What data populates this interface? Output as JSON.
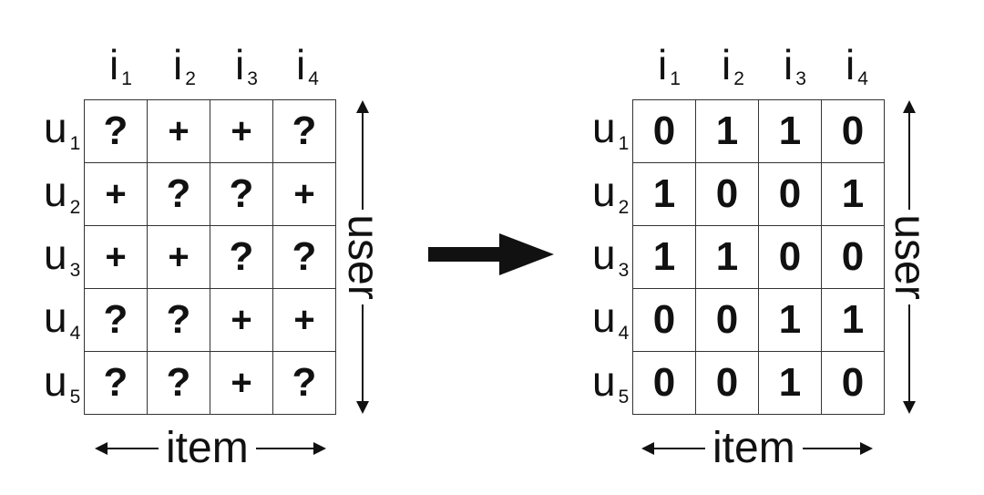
{
  "left_matrix": {
    "columns": [
      {
        "letter": "i",
        "sub": "1"
      },
      {
        "letter": "i",
        "sub": "2"
      },
      {
        "letter": "i",
        "sub": "3"
      },
      {
        "letter": "i",
        "sub": "4"
      }
    ],
    "rows": [
      {
        "letter": "u",
        "sub": "1",
        "cells": [
          "?",
          "+",
          "+",
          "?"
        ]
      },
      {
        "letter": "u",
        "sub": "2",
        "cells": [
          "+",
          "?",
          "?",
          "+"
        ]
      },
      {
        "letter": "u",
        "sub": "3",
        "cells": [
          "+",
          "+",
          "?",
          "?"
        ]
      },
      {
        "letter": "u",
        "sub": "4",
        "cells": [
          "?",
          "?",
          "+",
          "+"
        ]
      },
      {
        "letter": "u",
        "sub": "5",
        "cells": [
          "?",
          "?",
          "+",
          "?"
        ]
      }
    ],
    "vertical_axis_label": "user",
    "horizontal_axis_label": "item"
  },
  "right_matrix": {
    "columns": [
      {
        "letter": "i",
        "sub": "1"
      },
      {
        "letter": "i",
        "sub": "2"
      },
      {
        "letter": "i",
        "sub": "3"
      },
      {
        "letter": "i",
        "sub": "4"
      }
    ],
    "rows": [
      {
        "letter": "u",
        "sub": "1",
        "cells": [
          "0",
          "1",
          "1",
          "0"
        ]
      },
      {
        "letter": "u",
        "sub": "2",
        "cells": [
          "1",
          "0",
          "0",
          "1"
        ]
      },
      {
        "letter": "u",
        "sub": "3",
        "cells": [
          "1",
          "1",
          "0",
          "0"
        ]
      },
      {
        "letter": "u",
        "sub": "4",
        "cells": [
          "0",
          "0",
          "1",
          "1"
        ]
      },
      {
        "letter": "u",
        "sub": "5",
        "cells": [
          "0",
          "0",
          "1",
          "0"
        ]
      }
    ],
    "vertical_axis_label": "user",
    "horizontal_axis_label": "item"
  },
  "colors": {
    "ink": "#111111",
    "grid": "#333333",
    "background": "#ffffff"
  },
  "icons": {
    "transform_arrow": "right-arrow-icon"
  }
}
